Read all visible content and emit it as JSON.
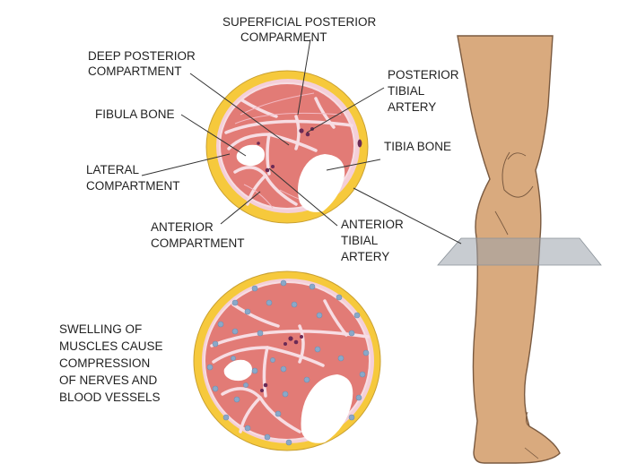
{
  "labels": {
    "superficial_posterior": [
      "SUPERFICIAL POSTERIOR",
      "COMPARMENT"
    ],
    "deep_posterior": [
      "DEEP POSTERIOR",
      "COMPARTMENT"
    ],
    "fibula_bone": [
      "FIBULA BONE"
    ],
    "lateral": [
      "LATERAL",
      "COMPARTMENT"
    ],
    "anterior": [
      "ANTERIOR",
      "COMPARTMENT"
    ],
    "posterior_tibial_artery": [
      "POSTERIOR",
      "TIBIAL",
      "ARTERY"
    ],
    "tibia_bone": [
      "TIBIA BONE"
    ],
    "anterior_tibial_artery": [
      "ANTERIOR",
      "TIBIAL",
      "ARTERY"
    ],
    "swelling_note": [
      "SWELLING OF",
      "MUSCLES CAUSE",
      "COMPRESSION",
      "OF NERVES AND",
      "BLOOD VESSELS"
    ]
  },
  "colors": {
    "skin": "#d9aa7e",
    "fat": "#f6c93c",
    "muscle": "#e27b76",
    "fascia": "#f4cfd8",
    "bone": "#ffffff",
    "vessel": "#6a2a55",
    "fluid": "#8aa8c8",
    "plane": "#9aa3ab"
  }
}
